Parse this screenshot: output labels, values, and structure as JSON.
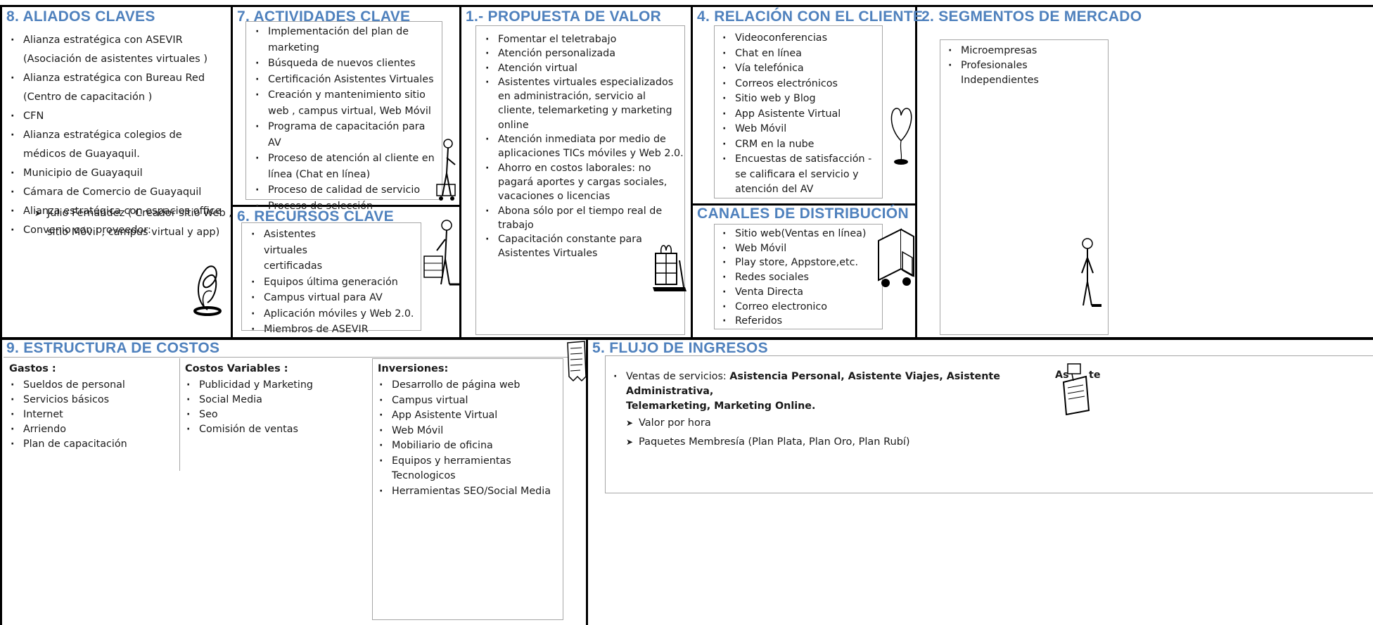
{
  "aliados": {
    "title": "8. ALIADOS CLAVES",
    "items": [
      "Alianza estratégica con ASEVIR (Asociación de asistentes virtuales )",
      "Alianza estratégica con Bureau Red (Centro de capacitación )",
      "CFN",
      "Alianza estratégica colegios de médicos de Guayaquil.",
      "Municipio de Guayaquil",
      "Cámara de Comercio de Guayaquil",
      "Alianza estratégica con espacios office",
      "Convenio con proveedor:"
    ],
    "sub_items": [
      "Julio Fernandez ( Creador sitio Web , sitio Móvil , campus virtual y app)"
    ]
  },
  "actividades": {
    "title": "7. ACTIVIDADES CLAVE",
    "items": [
      "Implementación del plan de marketing",
      "Búsqueda de nuevos clientes",
      "Certificación Asistentes Virtuales",
      "Creación y mantenimiento sitio web , campus virtual, Web Móvil",
      "Programa de capacitación para AV",
      "Proceso de atención al cliente en línea (Chat en línea)",
      "Proceso de calidad de servicio",
      "Proceso de selección"
    ]
  },
  "recursos": {
    "title": "6. RECURSOS CLAVE",
    "items": [
      "Asistentes virtuales certificadas",
      "Equipos última generación",
      "Campus virtual para AV",
      "Aplicación móviles y Web 2.0.",
      "Miembros de ASEVIR"
    ]
  },
  "propuesta": {
    "title": "1.- PROPUESTA DE VALOR",
    "items": [
      "Fomentar el teletrabajo",
      "Atención personalizada",
      "Atención virtual",
      "Asistentes virtuales especializados en administración, servicio al cliente, telemarketing y marketing online",
      "Atención inmediata por medio de aplicaciones TICs móviles y Web 2.0.",
      "Ahorro en costos laborales: no pagará aportes y cargas sociales, vacaciones o licencias",
      "Abona sólo por el tiempo real de trabajo",
      "Capacitación constante para Asistentes Virtuales"
    ]
  },
  "relacion": {
    "title": "4. RELACIÓN CON EL CLIENTE",
    "items": [
      "Videoconferencias",
      "Chat en línea",
      "Vía telefónica",
      "Correos electrónicos",
      "Sitio web y Blog",
      "App Asistente Virtual",
      "Web Móvil",
      "CRM en la nube",
      "Encuestas de satisfacción - se calificara el servicio y atención del AV"
    ]
  },
  "canales": {
    "title": "CANALES DE DISTRIBUCIÓN",
    "items": [
      "Sitio web(Ventas en línea)",
      "Web Móvil",
      "Play store, Appstore,etc.",
      "Redes sociales",
      "Venta Directa",
      "Correo electronico",
      "Referidos"
    ]
  },
  "segmentos": {
    "title": "2. SEGMENTOS DE MERCADO",
    "items": [
      "Microempresas",
      "Profesionales Independientes"
    ]
  },
  "costos": {
    "title": "9. ESTRUCTURA DE COSTOS",
    "gastos_label": "Gastos :",
    "gastos": [
      "Sueldos de personal",
      "Servicios básicos",
      "Internet",
      "Arriendo",
      "Plan de capacitación"
    ],
    "variables_label": "Costos Variables :",
    "variables": [
      "Publicidad y Marketing",
      "Social Media",
      "Seo",
      "Comisión de ventas"
    ],
    "inversiones_label": "Inversiones:",
    "inversiones": [
      "Desarrollo de página web",
      "Campus virtual",
      "App Asistente Virtual",
      "Web Móvil",
      "Mobiliario de oficina",
      "Equipos y herramientas Tecnologicos",
      "Herramientas SEO/Social Media"
    ]
  },
  "ingresos": {
    "title": "5. FLUJO DE INGRESOS",
    "ventas_prefix": "Ventas de servicios:",
    "ventas_bold_1": "Asistencia Personal, Asistente Viajes, Asistente Administrativa,",
    "ventas_bold_2": "Telemarketing, Marketing Online.",
    "fragment": "As",
    "fragment2": "te",
    "sub_items": [
      "Valor por hora",
      "Paquetes Membresía (Plan Plata, Plan Oro, Plan Rubí)"
    ]
  },
  "icons": {
    "aliados": "knot-sculpture-icon",
    "actividades": "person-with-cart-icon",
    "recursos": "person-with-boxes-icon",
    "propuesta": "gift-boxes-trolley-icon",
    "relacion": "heart-balloon-icon",
    "canales": "delivery-truck-icon",
    "segmentos": "standing-person-icon",
    "costos": "receipt-icon",
    "ingresos": "cash-register-icon"
  },
  "colors": {
    "title": "#4f81bd",
    "border": "#000000",
    "box_border": "#a6a6a6"
  }
}
